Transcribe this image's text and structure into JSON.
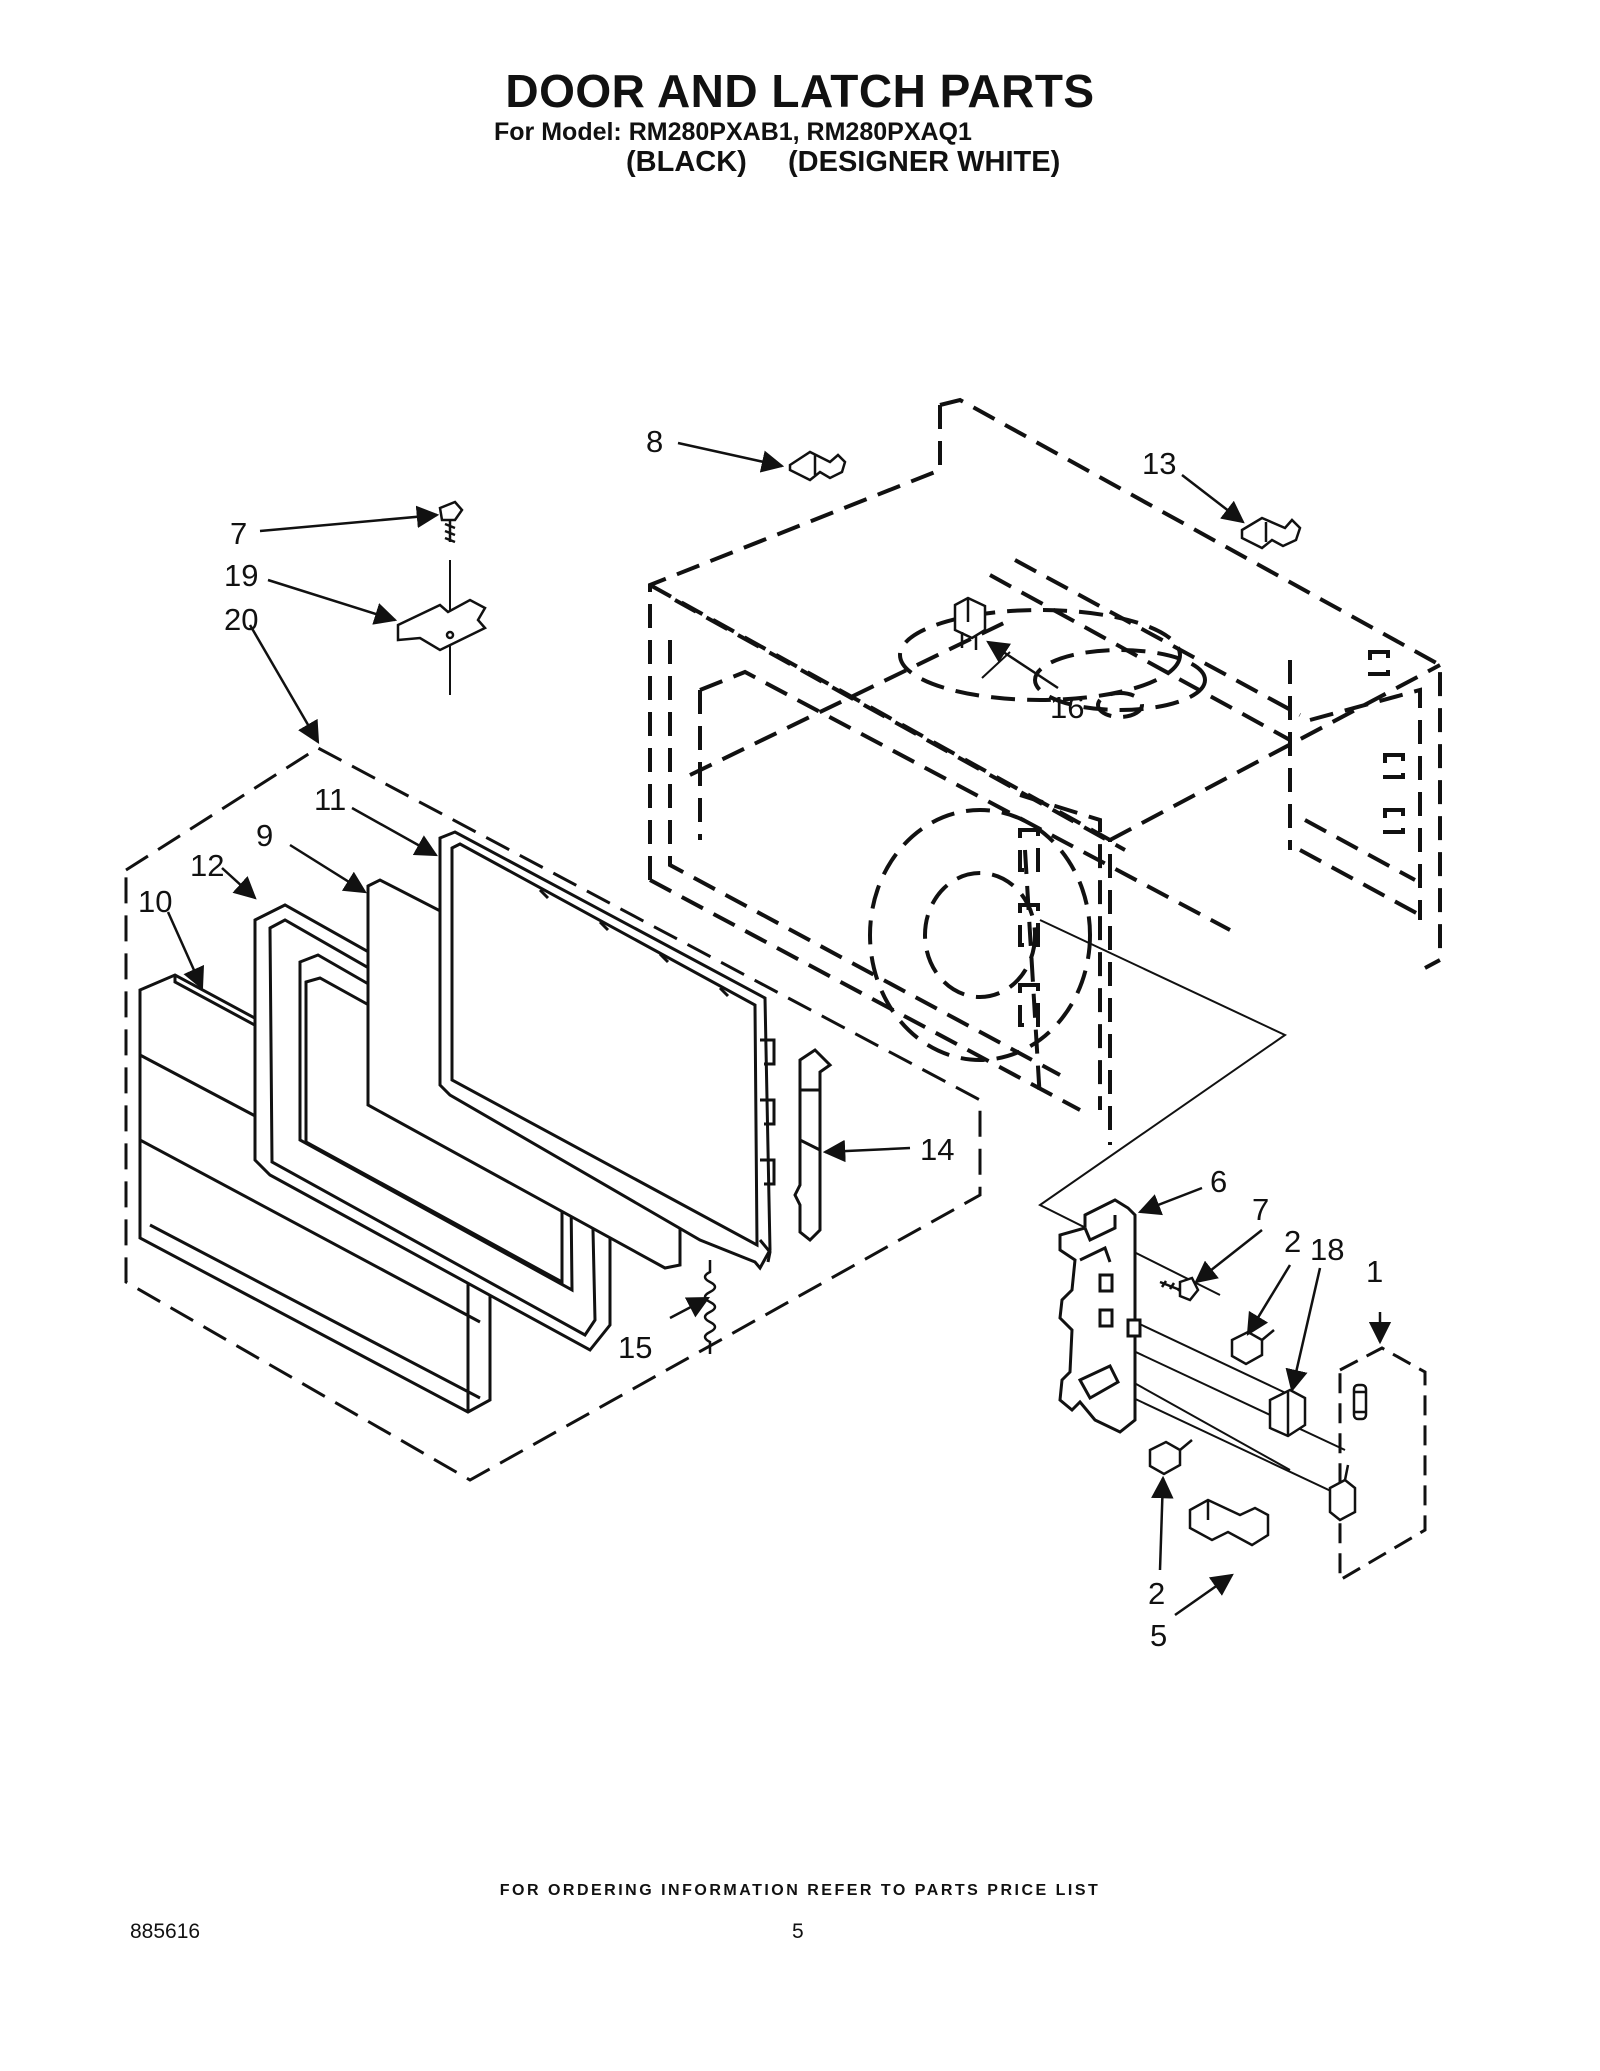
{
  "header": {
    "title": "DOOR AND LATCH PARTS",
    "model_line": "For Model: RM280PXAB1, RM280PXAQ1",
    "variants": [
      "(BLACK)",
      "(DESIGNER WHITE)"
    ]
  },
  "callouts": {
    "c8": "8",
    "c13": "13",
    "c7a": "7",
    "c19": "19",
    "c20": "20",
    "c16": "16",
    "c11": "11",
    "c9": "9",
    "c12": "12",
    "c10": "10",
    "c14": "14",
    "c15": "15",
    "c6": "6",
    "c7b": "7",
    "c2a": "2",
    "c18": "18",
    "c1": "1",
    "c2b": "2",
    "c5": "5"
  },
  "footer": {
    "ordering_note": "FOR ORDERING INFORMATION REFER TO PARTS PRICE LIST",
    "doc_number": "885616",
    "page_number": "5"
  }
}
